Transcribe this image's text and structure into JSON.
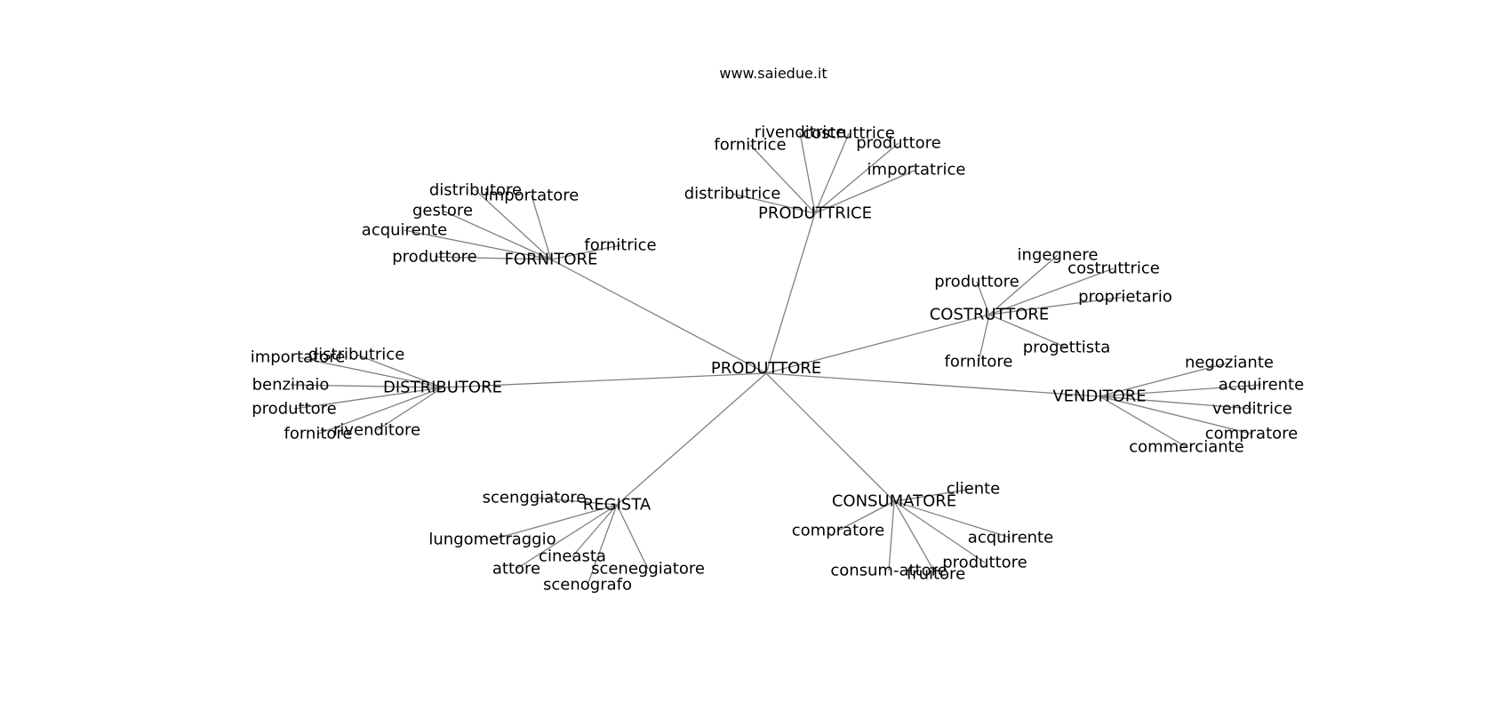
{
  "header": {
    "site": "www.saiedue.it"
  },
  "center": "PRODUTTORE",
  "hubs": [
    {
      "label": "PRODUTTRICE",
      "leaves": [
        "rivenditrice",
        "costruttrice",
        "fornitrice",
        "produttore",
        "importatrice",
        "distributrice"
      ]
    },
    {
      "label": "FORNITORE",
      "leaves": [
        "distributore",
        "importatore",
        "gestore",
        "acquirente",
        "fornitrice",
        "produttore"
      ]
    },
    {
      "label": "COSTRUTTORE",
      "leaves": [
        "ingegnere",
        "costruttrice",
        "produttore",
        "proprietario",
        "progettista",
        "fornitore"
      ]
    },
    {
      "label": "DISTRIBUTORE",
      "leaves": [
        "importatore",
        "distributrice",
        "benzinaio",
        "produttore",
        "fornitore",
        "rivenditore"
      ]
    },
    {
      "label": "VENDITORE",
      "leaves": [
        "negoziante",
        "acquirente",
        "venditrice",
        "compratore",
        "commerciante"
      ]
    },
    {
      "label": "REGISTA",
      "leaves": [
        "scenggiatore",
        "lungometraggio",
        "cineasta",
        "attore",
        "sceneggiatore",
        "scenografo"
      ]
    },
    {
      "label": "CONSUMATORE",
      "leaves": [
        "cliente",
        "compratore",
        "acquirente",
        "consum-attore",
        "produttore",
        "fruitore"
      ]
    }
  ]
}
